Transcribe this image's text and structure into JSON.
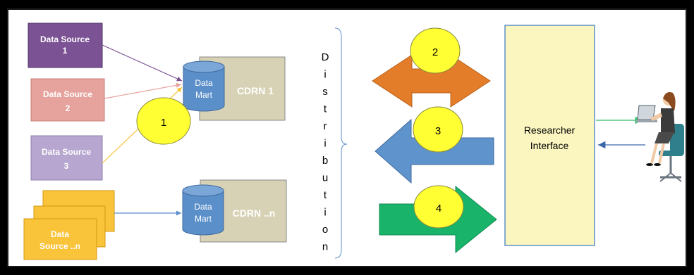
{
  "sources": [
    {
      "line1": "Data Source",
      "line2": "1",
      "fill": "#7b5294"
    },
    {
      "line1": "Data Source",
      "line2": "2",
      "fill": "#e6a39d"
    },
    {
      "line1": "Data Source",
      "line2": "3",
      "fill": "#b7a6cf"
    },
    {
      "line1": "Data",
      "line2": "Source ..n",
      "fill": "#f9c33a"
    }
  ],
  "marts": [
    {
      "line1": "Data",
      "line2": "Mart",
      "cdrn": "CDRN 1"
    },
    {
      "line1": "Data",
      "line2": "Mart",
      "cdrn": "CDRN ..n"
    }
  ],
  "distribution_letters": [
    "D",
    "i",
    "s",
    "t",
    "r",
    "i",
    "b",
    "u",
    "t",
    "i",
    "o",
    "n"
  ],
  "steps": {
    "one": "1",
    "two": "2",
    "three": "3",
    "four": "4"
  },
  "researcher": {
    "line1": "Researcher",
    "line2": "Interface"
  },
  "colors": {
    "mart_blue": "#5b8fc9",
    "cdrn_box": "#d7d2b5",
    "step_badge": "#ffff33",
    "arrow_orange": "#e37d2a",
    "arrow_blue": "#5f93cb",
    "arrow_green": "#19b46a",
    "researcher_box": "#fbf6bf",
    "feedback_green": "#2fbf6b",
    "feedback_blue": "#3a66a8"
  },
  "icons": {
    "researcher_figure": "person-at-computer-icon"
  }
}
